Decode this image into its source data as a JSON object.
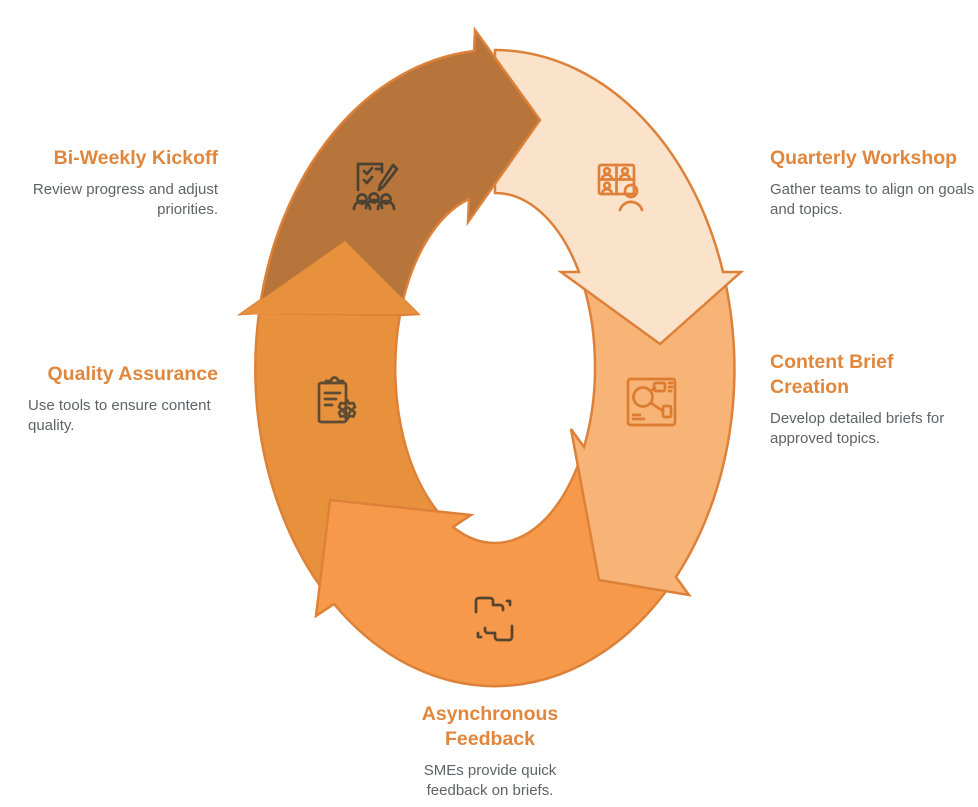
{
  "diagram": {
    "name": "content-workflow-cycle",
    "background": "#ffffff",
    "accent_stroke": "#DD8139",
    "title_color": "#E0873D",
    "description_color": "#5F6368",
    "steps": [
      {
        "title": "Quarterly Workshop",
        "description": "Gather teams to align on goals and topics.",
        "icon": "video-conference-icon",
        "color": "#FBE3CB",
        "icon_stroke": "#DF8038"
      },
      {
        "title": "Content Brief Creation",
        "description": "Develop detailed briefs for approved topics.",
        "icon": "document-layout-icon",
        "color": "#F8B377",
        "icon_stroke": "#DC7C30"
      },
      {
        "title": "Asynchronous Feedback",
        "description": "SMEs provide quick feedback on briefs.",
        "icon": "chat-exchange-icon",
        "color": "#F7994A",
        "icon_stroke": "#55452F"
      },
      {
        "title": "Quality Assurance",
        "description": "Use tools to ensure content quality.",
        "icon": "clipboard-gear-icon",
        "color": "#E8913D",
        "icon_stroke": "#5D4B33"
      },
      {
        "title": "Bi-Weekly Kickoff",
        "description": "Review progress and adjust priorities.",
        "icon": "review-team-icon",
        "color": "#B7743B",
        "icon_stroke": "#4C4233"
      }
    ]
  }
}
